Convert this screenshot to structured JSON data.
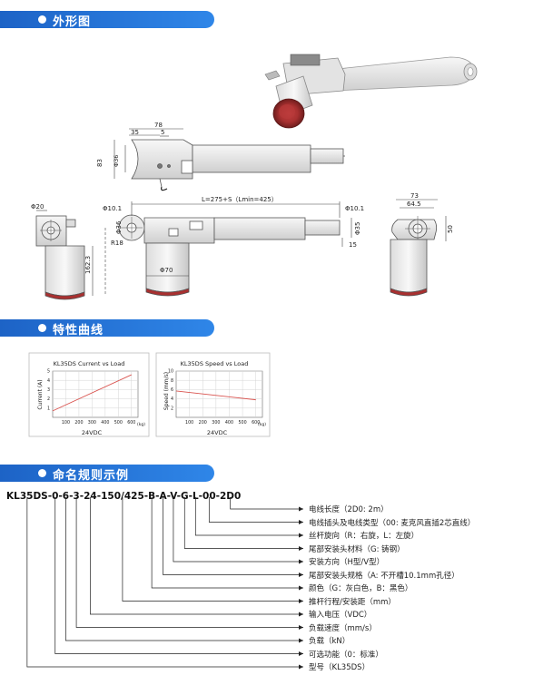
{
  "sections": {
    "outline": "外形图",
    "curves": "特性曲线",
    "naming": "命名规则示例"
  },
  "drawing": {
    "dims": {
      "d78": "78",
      "d35": "35",
      "d5": "5",
      "d83": "83",
      "d36_side": "Φ36",
      "d20": "Φ20",
      "d10_1_left": "Φ10.1",
      "stroke": "L=275+S（Lmin=425）",
      "d10_1_right": "Φ10.1",
      "d36": "Φ36",
      "r18": "R18",
      "d35_rod": "Φ35",
      "d15": "15",
      "d162_3": "162.3",
      "d70": "Φ70",
      "d73": "73",
      "d64_5": "64.5",
      "d50": "50"
    }
  },
  "charts": {
    "current": {
      "title": "KL35DS Current vs Load",
      "ylabel": "Current (A)",
      "footer": "24VDC",
      "unit": "(kg)"
    },
    "speed": {
      "title": "KL35DS Speed vs Load",
      "ylabel": "Speed (mm/s)",
      "footer": "24VDC",
      "unit": "(kg)"
    }
  },
  "chart_data": [
    {
      "type": "line",
      "title": "KL35DS Current vs Load",
      "xlabel": "(kg)",
      "ylabel": "Current (A)",
      "x_ticks": [
        100,
        200,
        300,
        400,
        500,
        600
      ],
      "y_ticks": [
        1,
        2,
        3,
        4,
        5
      ],
      "xlim": [
        0,
        650
      ],
      "ylim": [
        0,
        5
      ],
      "grid": true,
      "series": [
        {
          "x": [
            0,
            600
          ],
          "y": [
            0.7,
            4.6
          ],
          "color": "#d9534f"
        }
      ]
    },
    {
      "type": "line",
      "title": "KL35DS Speed vs Load",
      "xlabel": "(kg)",
      "ylabel": "Speed (mm/s)",
      "x_ticks": [
        100,
        200,
        300,
        400,
        500,
        600
      ],
      "y_ticks": [
        2,
        4,
        6,
        8,
        10
      ],
      "xlim": [
        0,
        650
      ],
      "ylim": [
        0,
        10
      ],
      "grid": true,
      "series": [
        {
          "x": [
            0,
            600
          ],
          "y": [
            5.7,
            3.8
          ],
          "color": "#d9534f"
        }
      ]
    }
  ],
  "naming": {
    "parts": [
      "KL35DS",
      "-",
      "0",
      "-",
      "6",
      "-",
      "3",
      "-",
      "24",
      "-",
      "150/425",
      "-",
      "B",
      "-",
      "A",
      "-",
      "V",
      "-",
      "G",
      "-",
      "L",
      "-",
      "00",
      "-",
      "2D0"
    ],
    "legend": [
      "电线长度（2D0: 2m）",
      "电线插头及电线类型（00: 麦克风直插2芯直线）",
      "丝杆旋向（R：右旋，L：左旋）",
      "尾部安装头材料（G: 铸钢）",
      "安装方向（H型/V型）",
      "尾部安装头规格（A: 不开槽10.1mm孔径）",
      "颜色（G：灰白色，B：黑色）",
      "推杆行程/安装距（mm）",
      "输入电压（VDC）",
      "负载速度（mm/s）",
      "负载（kN）",
      "可选功能（0：标准）",
      "型号（KL35DS）"
    ]
  }
}
